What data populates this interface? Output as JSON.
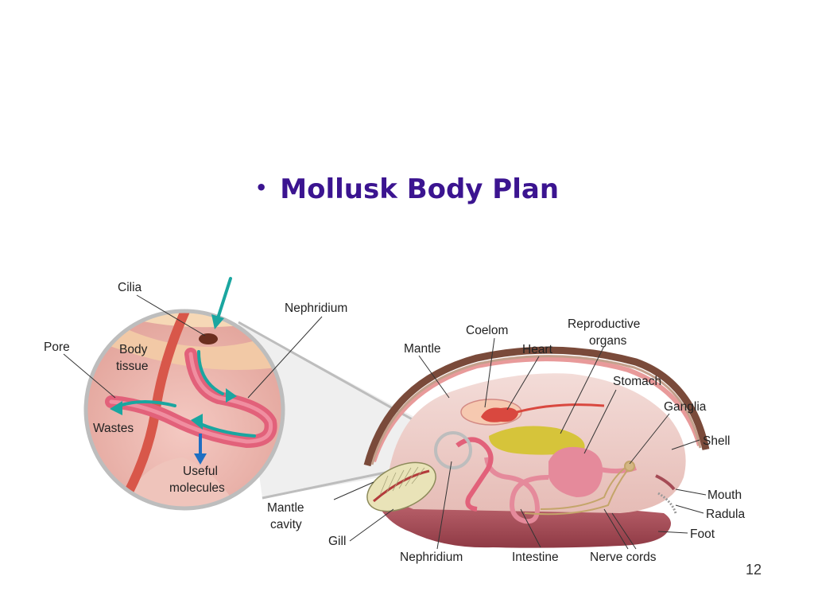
{
  "slide": {
    "bullet": "•",
    "title": "Mollusk Body Plan",
    "page_number": "12"
  },
  "inset_labels": {
    "cilia": "Cilia",
    "nephridium": "Nephridium",
    "pore": "Pore",
    "body_tissue_1": "Body",
    "body_tissue_2": "tissue",
    "wastes": "Wastes",
    "useful_1": "Useful",
    "useful_2": "molecules"
  },
  "body_labels": {
    "mantle": "Mantle",
    "coelom": "Coelom",
    "heart": "Heart",
    "reproductive_1": "Reproductive",
    "reproductive_2": "organs",
    "stomach": "Stomach",
    "ganglia": "Ganglia",
    "shell": "Shell",
    "mouth": "Mouth",
    "radula": "Radula",
    "foot": "Foot",
    "mantle_cavity_1": "Mantle",
    "mantle_cavity_2": "cavity",
    "gill": "Gill",
    "nephridium": "Nephridium",
    "intestine": "Intestine",
    "nerve_cords": "Nerve cords"
  },
  "colors": {
    "title": "#3b1490",
    "arrow": "#1aa6a0",
    "vessel": "#d8574a",
    "nephridium": "#e2617a",
    "shell": "#7a4a3a",
    "foot": "#b5555e",
    "digestive_gland": "#d6c43a"
  }
}
